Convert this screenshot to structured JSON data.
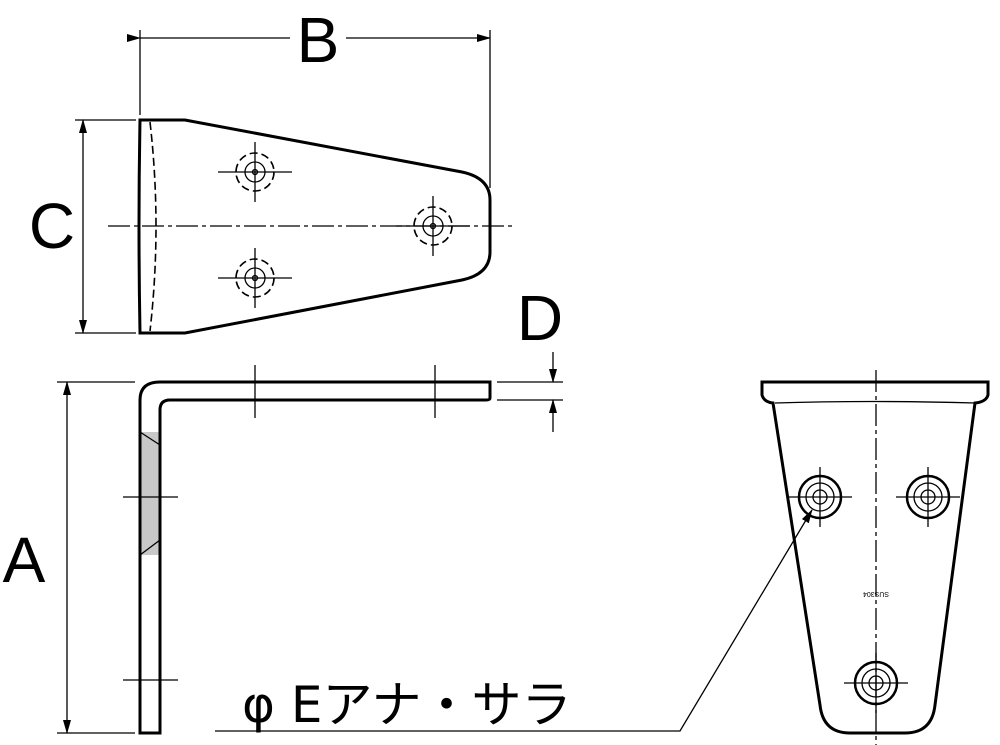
{
  "labels": {
    "a": "A",
    "b": "B",
    "c": "C",
    "d": "D"
  },
  "note": "φ Eアナ・サラ",
  "marking": "SUS304"
}
